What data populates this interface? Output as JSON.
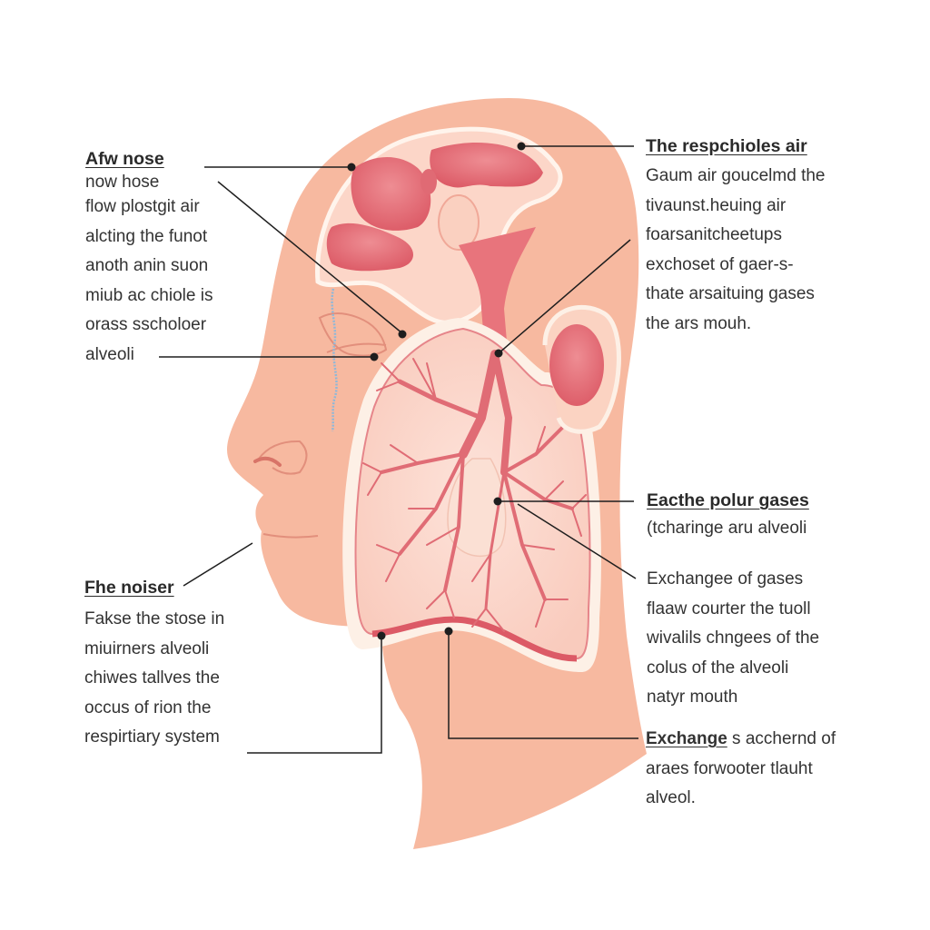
{
  "diagram": {
    "subject": "Human respiratory system, side profile cross-section",
    "colors": {
      "background": "#ffffff",
      "skin": "#f7b9a0",
      "skin_light": "#fbd3c2",
      "tissue_light": "#fcdcd0",
      "airway": "#e5737b",
      "airway_dark": "#d9505c",
      "cavity": "#e36d78",
      "membrane": "#fdf0e6",
      "leader_line": "#1e1e1e",
      "tear_line": "#8fb8d8",
      "text": "#333333"
    }
  },
  "labels": {
    "top_left": {
      "title": "Afw nose",
      "lines": [
        "now hose",
        "flow plostgit air",
        "alcting the funot",
        "anoth anin suon",
        "miub ac chiole is",
        "orass sscholoer",
        "alveoli"
      ]
    },
    "bottom_left": {
      "title": "Fhe noiser",
      "lines": [
        "Fakse the stose in",
        "miuirners alveoli",
        "chiwes tallves the",
        "occus of rion the",
        "respirtiary system"
      ]
    },
    "top_right": {
      "title": "The respchioles air",
      "lines": [
        "Gaum air goucelmd the",
        "tivaunst.heuing air",
        "foarsanitcheetups",
        "exchoset of gaer-s-",
        "thate arsaituing gases",
        "the ars mouh."
      ]
    },
    "middle_right": {
      "title": "Eacthe polur gases",
      "lines": [
        "(tcharinge aru alveoli"
      ]
    },
    "lower_right": {
      "lines": [
        "Exchangee of gases",
        "flaaw courter the tuoll",
        "wivalils chngees of the",
        "colus of the alveoli",
        "natyr mouth"
      ]
    },
    "bottom_right": {
      "title": "Exchange",
      "title_suffix": "s acchernd of",
      "lines": [
        "araes forwooter tlauht",
        "alveol."
      ]
    }
  }
}
